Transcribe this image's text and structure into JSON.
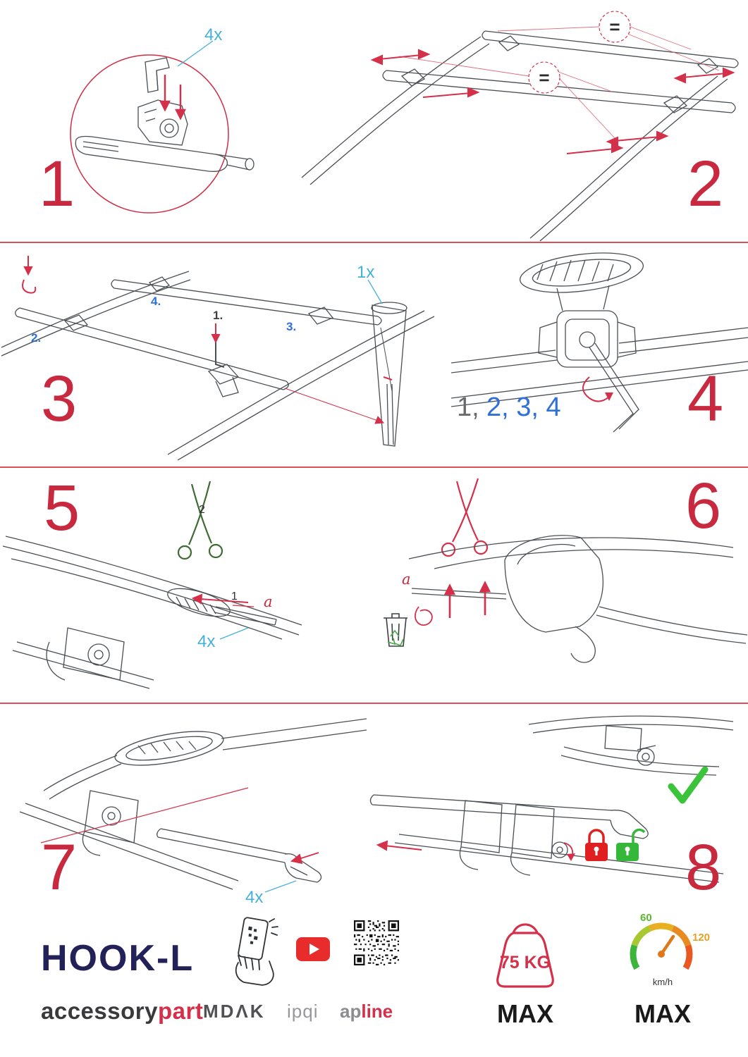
{
  "colors": {
    "accent_red": "#c9293f",
    "arrow_red": "#d5304a",
    "label_cyan": "#45b1d9",
    "label_blue": "#2e6fd8",
    "navy": "#232258",
    "check_green": "#3bc43b",
    "lock_closed_red": "#e02020",
    "lock_open_green": "#35b83a",
    "youtube_red": "#e82c2c",
    "scissors_green": "#3d6b33",
    "scissors_red": "#d5304a",
    "speed_green": "#5cb832",
    "speed_orange": "#e8a020"
  },
  "icons": [
    "magnifier-circle",
    "scissors-green",
    "scissors-red",
    "trash-bin",
    "recycle",
    "padlock-closed",
    "padlock-open",
    "checkmark",
    "phone-scan",
    "youtube",
    "qr-code",
    "weight-max",
    "speedometer",
    "allen-key"
  ],
  "steps": {
    "s1": {
      "number": "1",
      "qty": "4x"
    },
    "s2": {
      "number": "2",
      "equal_top": "=",
      "equal_mid": "="
    },
    "s3": {
      "number": "3",
      "qty": "1x",
      "sub1": "1.",
      "sub2": "2.",
      "sub3": "3.",
      "sub4": "4."
    },
    "s4": {
      "number": "4",
      "seq_gray": "1,",
      "seq_blue": "2, 3, 4"
    },
    "s5": {
      "number": "5",
      "qty": "4x",
      "scissors_label": "2",
      "arrow_label": "1",
      "strip_label": "a"
    },
    "s6": {
      "number": "6",
      "strip_label": "a"
    },
    "s7": {
      "number": "7",
      "qty": "4x"
    },
    "s8": {
      "number": "8"
    }
  },
  "footer": {
    "product": "HOOK-L",
    "brand_gray": "accessory",
    "brand_red": "part",
    "logo_mdak": "MDΛK",
    "logo_ipqi": "ipqi",
    "logo_apline_gray": "ap",
    "logo_apline_red": "line",
    "weight_value": "75 KG",
    "weight_max_label": "MAX",
    "speed_min": "60",
    "speed_max_value": "120",
    "speed_unit": "km/h",
    "speed_max_label": "MAX"
  }
}
